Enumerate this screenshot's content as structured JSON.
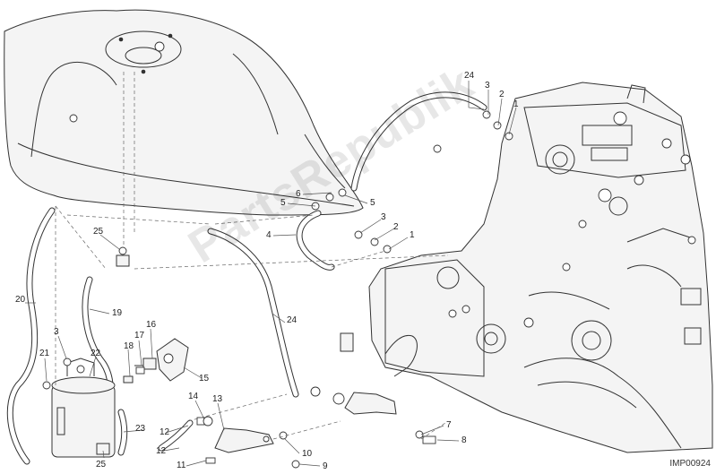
{
  "reference_code": "IMP00924",
  "watermark": "PartsRepublik",
  "callouts": [
    "24",
    "3",
    "2",
    "1",
    "6",
    "5",
    "5",
    "4",
    "3",
    "2",
    "1",
    "25",
    "20",
    "19",
    "24",
    "3",
    "22",
    "21",
    "18",
    "17",
    "16",
    "15",
    "14",
    "13",
    "12",
    "23",
    "12",
    "11",
    "10",
    "9",
    "8",
    "7",
    "25"
  ]
}
